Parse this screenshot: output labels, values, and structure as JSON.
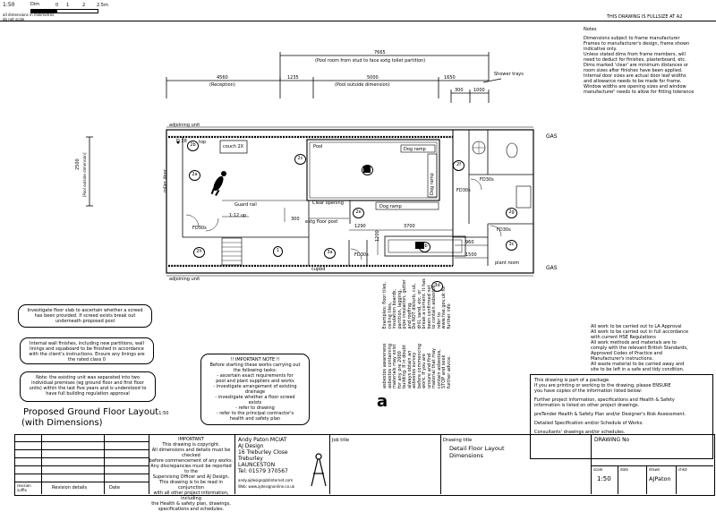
{
  "header": {
    "scale_label": "1:50",
    "scale_bar_unit_top": "Dim",
    "scale_bar_ticks": [
      "0",
      "1",
      "2",
      "2.5m"
    ],
    "dims_note": "all dimensions in millimetres",
    "do_not_scale": "do not scale",
    "fullsize_note": "THIS DRAWING IS FULLSIZE AT A2"
  },
  "notes": {
    "title": "Notes",
    "lines": [
      "Dimensions subject to frame manufacturer",
      "Frames to manufacturer's design, frame shown",
      "indicative only.",
      "Unless stated dims from frame members, will",
      "need to deduct for finishes, plasterboard, etc.",
      "Dims marked 'clear' are minimum distances or",
      "room sizes after finishes have been applied.",
      "Internal door sizes are actual door leaf widths",
      "and allowance needs to be made for frame.",
      "Window widths are opening sizes and window",
      "manufacturer' needs to allow for fitting tolerance"
    ]
  },
  "dimensions": {
    "overall": "7665",
    "overall_label": "(Pool room from stud to face extg toilet partition)",
    "reception": "4560",
    "reception_label": "(Reception)",
    "d1235": "1235",
    "pool": "5000",
    "pool_label": "(Pool outside dimension)",
    "d1650": "1650",
    "d300": "300",
    "d1000": "1000",
    "shower_trays": "Shower trays",
    "d2500": "2500",
    "d2500_label": "[Pool outside dimension]",
    "d1290": "1290",
    "d3700": "3700",
    "d960": "960",
    "d1500": "1500",
    "d1200": "1200",
    "d300b": "300",
    "d1_12": "1:12 up"
  },
  "plan": {
    "adjoining_top": "adjoining unit",
    "adjoining_bottom": "adjoining unit",
    "gas_top": "GAS",
    "gas_bottom": "GAS",
    "d28": "D 28",
    "top": "top",
    "couch": "couch 2X",
    "pool": "Pool",
    "dog_ramp_top": "Dog ramp",
    "dog_ramp_side": "Dog ramp",
    "dog_ramp_mid": "Dog ramp",
    "clear_opening": "Clear opening",
    "guard_rail": "Guard rail",
    "extg_floor_post": "extg floor post",
    "roller_door": "roller door",
    "fd30s_a": "FD30s",
    "fd30s_b": "FD30s",
    "fd30s_c": "FD30s",
    "fd30s_d": "FD30s",
    "fd30s_e": "FD30s",
    "plant_room": "plant room",
    "cupbd": "cupbd",
    "tags": [
      "2a",
      "2b",
      "2c",
      "2d",
      "2e",
      "2f",
      "2g",
      "2h",
      "1",
      "3a",
      "3b",
      "3c",
      "3d"
    ]
  },
  "notes_left": {
    "screed": "Investigate floor slab to ascertain whether a screed has been provided. If screed exists break out underneath proposed pool",
    "finishes": "Internal wall finishes, including new partitions, wall linings and squaboard to be finished in accordance with the client's instructions. Ensure any linings are the rated class 0",
    "drainage": "Note: the existing unit was separated into two individual premises (eg ground floor and first floor units) within the last five years and is understood to have full building regulation approval"
  },
  "important_note": {
    "title": "!! IMPORTANT NOTE !!",
    "lines": [
      "Before starting these works carrying out",
      "the following tasks:",
      "-  ascertain exact requirements for",
      "pool and plant suppliers and works",
      "-  investigate arrangement of existing",
      "drainage",
      "-  investigate whether a floor screed",
      "exists",
      "-  refer to drawing",
      "-  refer to the principal contractor's",
      "health and safety plan"
    ]
  },
  "asbestos_note": {
    "lines": [
      "asbestos awareness",
      "asbestos containing",
      "materials may exist",
      "for any pre 2000",
      "building. If in doubt",
      "always obtain an",
      "asbestos survey",
      "before commencing",
      "work. If you are",
      "unsure and find",
      "material that may",
      "contain asbestos,",
      "STOP and seek",
      "further advice.",
      "Examples: floor tiles,",
      "ceiling tiles,",
      "insulation boards,",
      "partition, lagging,",
      "pipe insulation, gutter",
      "and roofing.",
      "Do NOT disturb, cut,",
      "drill, sand, etc. or",
      "break a cement. It has",
      "been confirmed not",
      "to contain asbestos.",
      "refer to",
      "www.hse.gov.uk for",
      "further info"
    ]
  },
  "approvals": {
    "lines": [
      "All work to be carried out to LA Approval",
      "All work to be carried out in full accordance",
      "with current HSE Regulations",
      "All work methods and materials are to",
      "comply with the relevant British Standards,",
      "Approved Codes of Practice and",
      "Manufacturer's instructions.",
      "All waste material to be carried away and",
      "site to be left in a safe and tidy condition."
    ]
  },
  "package": {
    "lines": [
      "This drawing is part of a package.",
      "If you are printing or working to the drawing, please ENSURE",
      "you have copies of the information listed below:",
      "",
      "Further project information, specifications and Health & Safety",
      "information is listed on other project drawings.",
      "",
      "preTender Health & Safety Plan and/or Designer's Risk Assessment.",
      "",
      "Detailed Specification and/or Schedule of Works.",
      "",
      "Consultants' drawings and/or schedules."
    ]
  },
  "drawing_title": {
    "main": "Proposed Ground Floor Layout",
    "scale": "1:50",
    "sub": "(with Dimensions)"
  },
  "title_block": {
    "revision_suffix": "revision suffix",
    "revision_details": "Revision details",
    "date": "Date",
    "important_title": "IMPORTANT",
    "important_lines": [
      "This drawing is copyright.",
      "All dimensions and details must be checked",
      "before commencement of any works.",
      "Any discrepancies must be reported to the",
      "Supervising Officer and AJ Design.",
      "This drawing is to be read in conjunction",
      "with all other project information, including",
      "the Health & safety plan, drawings,",
      "specifications and schedules."
    ],
    "designer_lines": [
      "Andy Paton MCIAT",
      "AJ Design",
      "16 Treburley Close",
      "Treburley",
      "LAUNCESTON",
      "Tel: 01579 370567"
    ],
    "email": "andy.ajdesign@btinternet.com",
    "web": "Web: www.ajdesignonline.co.uk",
    "job_title": "Job title",
    "drawing_title_label": "Drawing title",
    "drawing_title_lines": [
      "Detail Floor Layout",
      "Dimensions"
    ],
    "drawing_no": "DRAWING No",
    "scale_label": "scale",
    "scale_value": "1:50",
    "date_label": "date",
    "drawn_label": "drawn",
    "drawn_value": "AJPaton",
    "chkd_label": "chkd"
  }
}
